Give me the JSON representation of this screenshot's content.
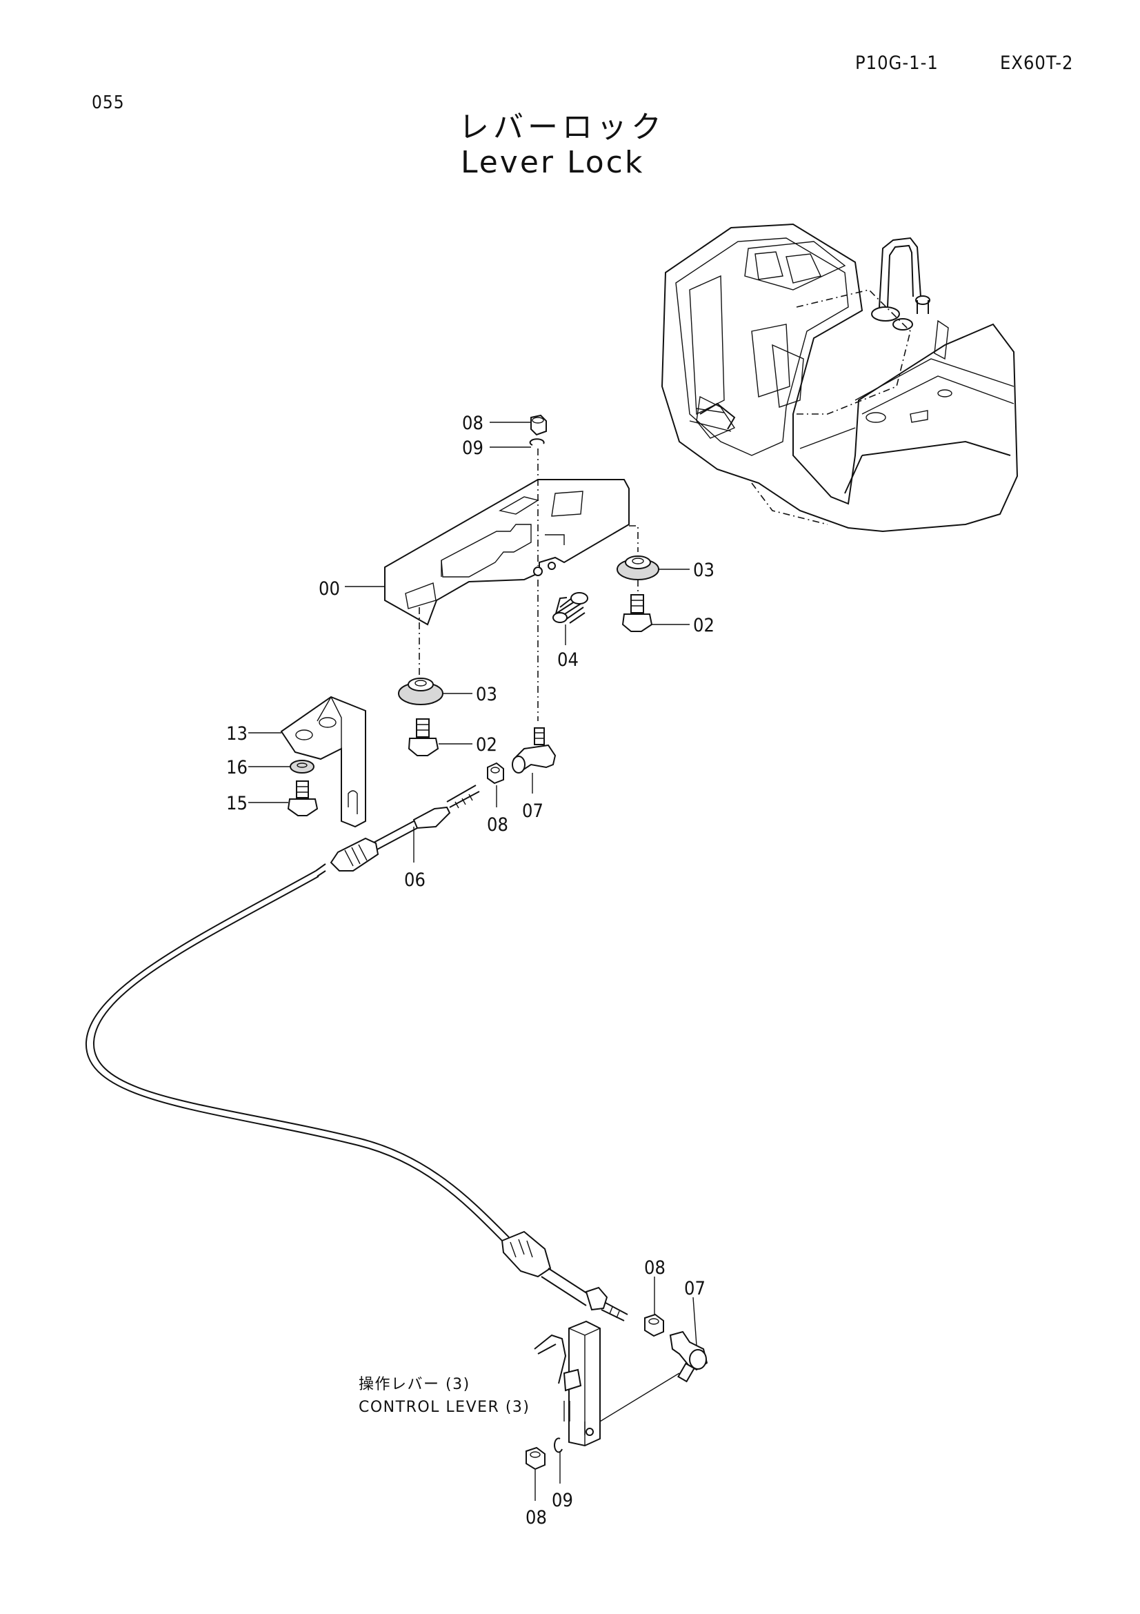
{
  "header": {
    "page_number": "055",
    "page_code": "P10G-1-1",
    "model_code": "EX60T-2"
  },
  "title": {
    "japanese": "レバーロック",
    "english": "Lever Lock"
  },
  "callouts": {
    "upper": {
      "c00": "00",
      "c08": "08",
      "c09": "09",
      "c03a": "03",
      "c02a": "02",
      "c04": "04",
      "c03b": "03",
      "c02b": "02",
      "c13": "13",
      "c16": "16",
      "c15": "15",
      "c07": "07",
      "c08b": "08",
      "c06": "06"
    },
    "lower": {
      "c08": "08",
      "c07": "07",
      "c08b": "08",
      "c09": "09"
    }
  },
  "note": {
    "japanese": "操作レバー (3)",
    "english": "CONTROL LEVER (3)"
  }
}
